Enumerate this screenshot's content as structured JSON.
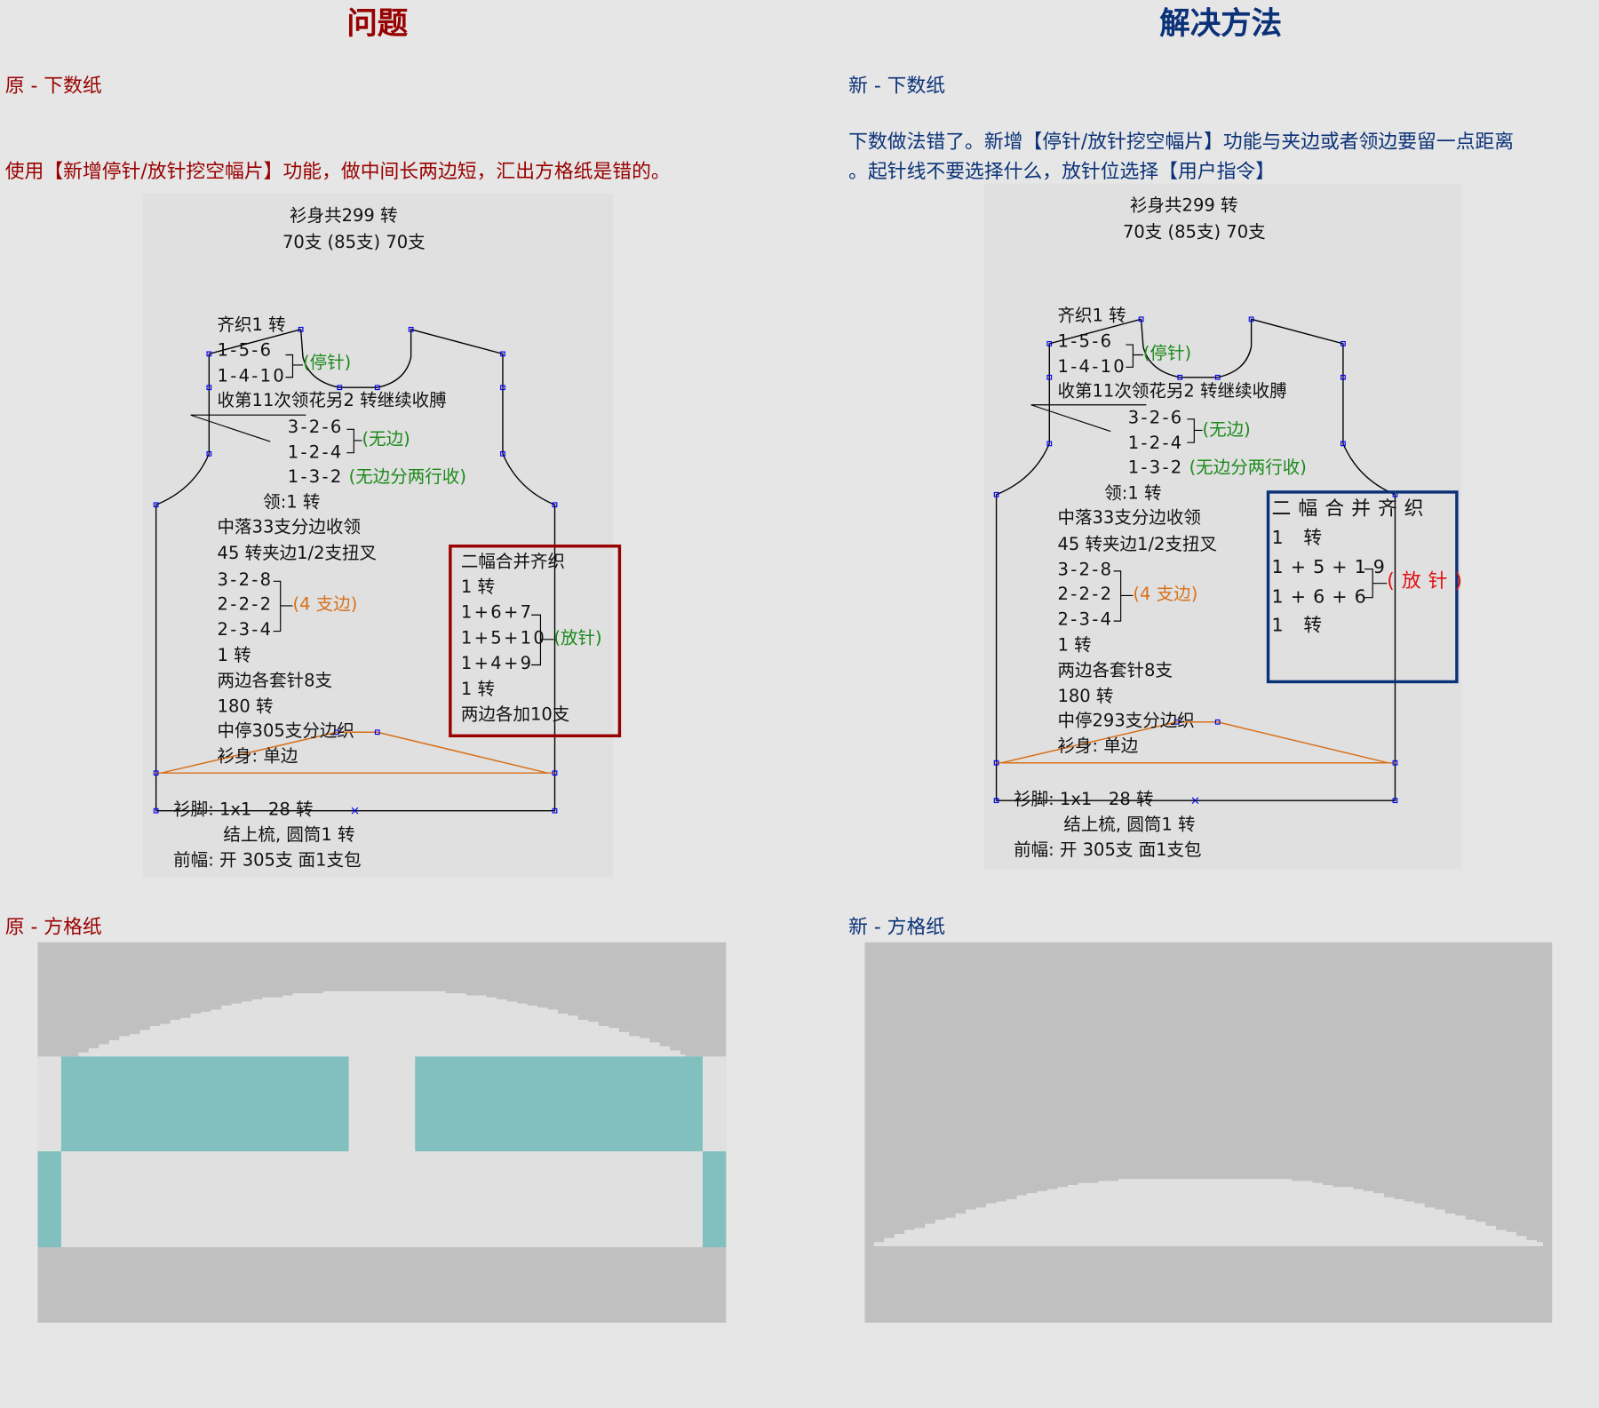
{
  "colors": {
    "problem": "#990000",
    "solution": "#0b3278",
    "stitch_stop": "#1a8a1a",
    "edge": "#d8701a",
    "increase_new": "#e01010",
    "teal_fill": "#82c0c0",
    "grid_gray": "#c0c0c0",
    "grid_light": "#e0e0e0"
  },
  "problem": {
    "title": "问题",
    "section_label": "原 - 下数纸",
    "description": "使用【新增停针/放针挖空幅片】功能，做中间长两边短，汇出方格纸是错的。",
    "grid_label": "原 - 方格纸",
    "pattern": {
      "total": "衫身共299 转",
      "stitches": "70支 (85支) 70支",
      "even_row": "齐织1 转",
      "shoulder": [
        "1-5-6",
        "1-4-10"
      ],
      "shoulder_note": "(停针)",
      "armhole_note": "收第11次领花另2 转继续收膊",
      "armhole": [
        "3-2-6",
        "1-2-4"
      ],
      "armhole_tag": "(无边)",
      "armhole_last": "1-3-2",
      "armhole_last_tag": "(无边分两行收)",
      "collar": "领:1 转",
      "center_drop": "中落33支分边收领",
      "twist": "45 转夹边1/2支扭叉",
      "decrease": [
        "3-2-8",
        "2-2-2",
        "2-3-4"
      ],
      "decrease_tag": "(4 支边)",
      "one_row": "1 转",
      "cast_on_sides": "两边各套针8支",
      "rows_180": "180 转",
      "center_stop": "中停305支分边织",
      "body": "衫身: 单边",
      "hem": "衫脚: 1x1   28 转",
      "knot": "结上梳, 圆筒1 转",
      "front": "前幅: 开 305支 面1支包",
      "box": {
        "title": "二幅合并齐织",
        "row1": "1 转",
        "increases": [
          "1+6+7",
          "1+5+10",
          "1+4+9"
        ],
        "increase_tag": "(放针)",
        "row2": "1 转",
        "footer": "两边各加10支"
      }
    }
  },
  "solution": {
    "title": "解决方法",
    "section_label": "新 - 下数纸",
    "description_line1": "下数做法错了。新增【停针/放针挖空幅片】功能与夹边或者领边要留一点距离",
    "description_line2": "。起针线不要选择什么，放针位选择【用户指令】",
    "grid_label": "新 - 方格纸",
    "pattern": {
      "total": "衫身共299 转",
      "stitches": "70支 (85支) 70支",
      "even_row": "齐织1 转",
      "shoulder": [
        "1-5-6",
        "1-4-10"
      ],
      "shoulder_note": "(停针)",
      "armhole_note": "收第11次领花另2 转继续收膊",
      "armhole": [
        "3-2-6",
        "1-2-4"
      ],
      "armhole_tag": "(无边)",
      "armhole_last": "1-3-2",
      "armhole_last_tag": "(无边分两行收)",
      "collar": "领:1 转",
      "center_drop": "中落33支分边收领",
      "twist": "45 转夹边1/2支扭叉",
      "decrease": [
        "3-2-8",
        "2-2-2",
        "2-3-4"
      ],
      "decrease_tag": "(4 支边)",
      "one_row": "1 转",
      "cast_on_sides": "两边各套针8支",
      "rows_180": "180 转",
      "center_stop": "中停293支分边织",
      "body": "衫身: 单边",
      "hem": "衫脚: 1x1   28 转",
      "knot": "结上梳, 圆筒1 转",
      "front": "前幅: 开 305支 面1支包",
      "box": {
        "title": "二幅合并齐织",
        "row1": "1 转",
        "increases": [
          "1+5+19",
          "1+6+6"
        ],
        "increase_tag": "(放针)",
        "row2": "1 转"
      }
    }
  }
}
